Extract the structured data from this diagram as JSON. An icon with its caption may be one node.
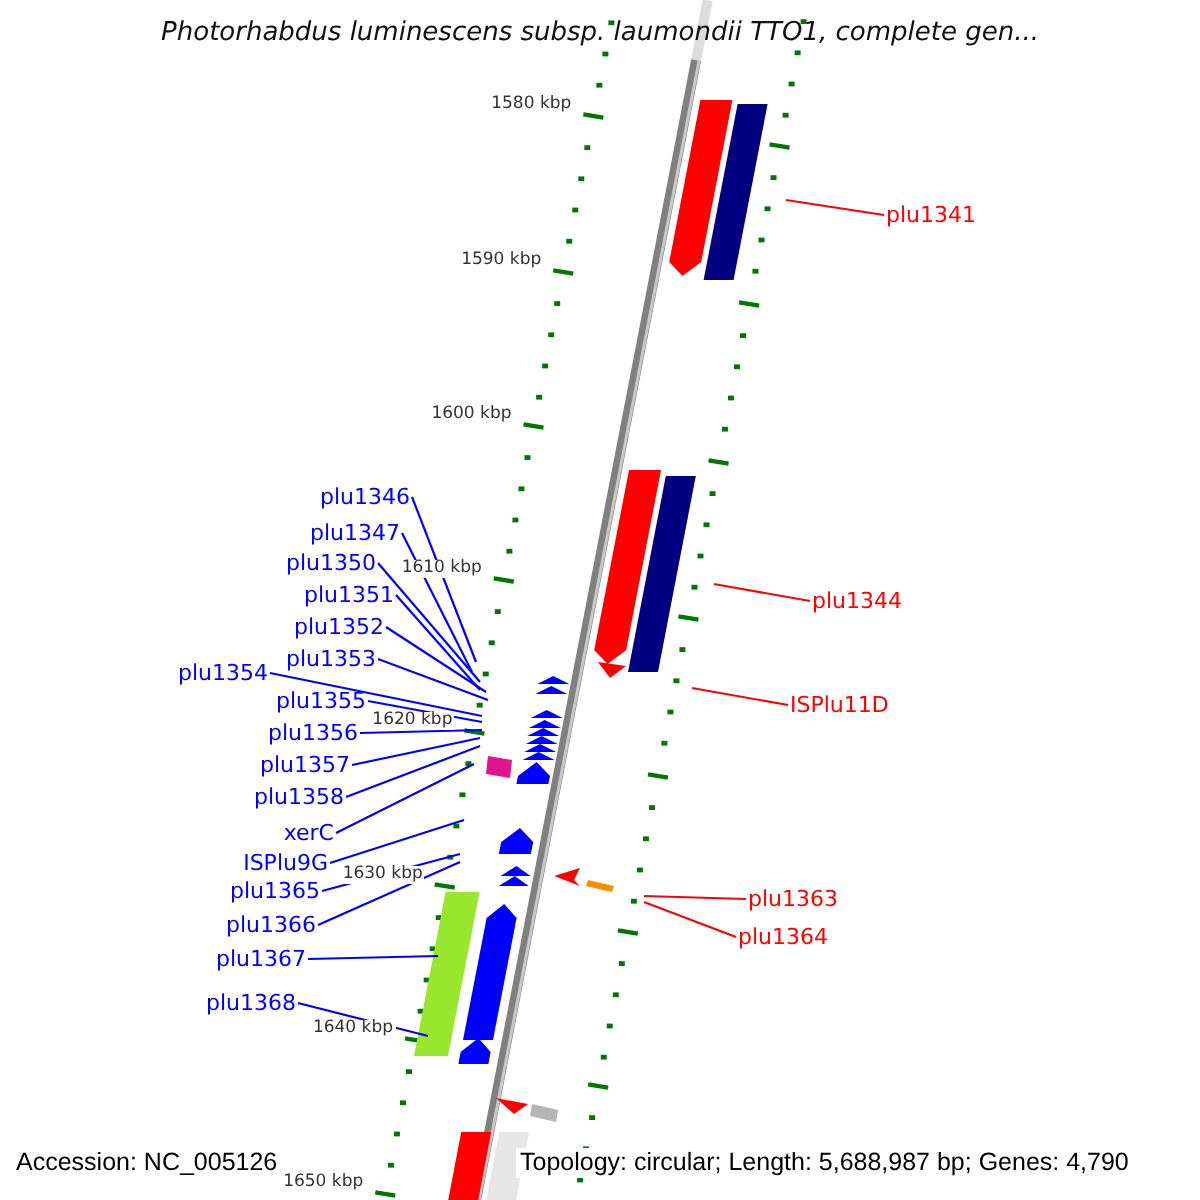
{
  "diagram": {
    "title": "Photorhabdus luminescens subsp. laumondii TTO1, complete gen...",
    "nodes": [
      {
        "text": [
          "plu1341"
        ]
      },
      {
        "text": [
          "plu1344"
        ]
      },
      {
        "text": [
          "plu1346"
        ]
      },
      {
        "text": [
          "plu1347"
        ]
      },
      {
        "text": [
          "plu1350"
        ]
      },
      {
        "text": [
          "plu1351"
        ]
      },
      {
        "text": [
          "plu1352"
        ]
      },
      {
        "text": [
          "plu1353"
        ]
      },
      {
        "text": [
          "plu1354"
        ]
      },
      {
        "text": [
          "ISPlu11D"
        ]
      },
      {
        "text": [
          "plu1355"
        ]
      },
      {
        "text": [
          "plu1356"
        ]
      },
      {
        "text": [
          "plu1357"
        ]
      },
      {
        "text": [
          "plu1358"
        ]
      },
      {
        "text": [
          "xerC"
        ]
      },
      {
        "text": [
          "ISPlu9G"
        ]
      },
      {
        "text": [
          "plu1365"
        ]
      },
      {
        "text": [
          "plu1363"
        ]
      },
      {
        "text": [
          "plu1366"
        ]
      },
      {
        "text": [
          "plu1364"
        ]
      },
      {
        "text": [
          "plu1367"
        ]
      },
      {
        "text": [
          "plu1368"
        ]
      }
    ],
    "edges": [
      {
        "from": 0,
        "to": null,
        "arrow": "none",
        "color": "#ff0000"
      },
      {
        "from": 1,
        "to": null,
        "arrow": "none",
        "color": "#ff0000"
      },
      {
        "from": 2,
        "to": null,
        "arrow": "none"
      },
      {
        "from": 3,
        "to": null,
        "arrow": "none"
      },
      {
        "from": 4,
        "to": null,
        "arrow": "none"
      },
      {
        "from": 5,
        "to": null,
        "arrow": "none"
      },
      {
        "from": 6,
        "to": null,
        "arrow": "none"
      },
      {
        "from": 7,
        "to": null,
        "arrow": "none"
      },
      {
        "from": 8,
        "to": null,
        "arrow": "none"
      },
      {
        "from": 9,
        "to": null,
        "arrow": "none",
        "color": "#ff0000"
      },
      {
        "from": 10,
        "to": null,
        "arrow": "none"
      },
      {
        "from": 11,
        "to": null,
        "arrow": "none"
      },
      {
        "from": 12,
        "to": null,
        "arrow": "none"
      },
      {
        "from": 13,
        "to": null,
        "arrow": "none"
      },
      {
        "from": 14,
        "to": null,
        "arrow": "none"
      },
      {
        "from": 15,
        "to": null,
        "arrow": "none"
      },
      {
        "from": 16,
        "to": null,
        "arrow": "none"
      },
      {
        "from": 17,
        "to": null,
        "arrow": "none",
        "color": "#ff0000"
      },
      {
        "from": 18,
        "to": null,
        "arrow": "none"
      },
      {
        "from": 19,
        "to": null,
        "arrow": "none",
        "color": "#ff0000"
      },
      {
        "from": 20,
        "to": null,
        "arrow": "none"
      },
      {
        "from": 21,
        "to": null,
        "arrow": "none"
      }
    ],
    "labels": [
      "1580 kbp",
      "1590 kbp",
      "1600 kbp",
      "1610 kbp",
      "1620 kbp",
      "1630 kbp",
      "1640 kbp",
      "1650 kbp",
      "Accession: NC_005126",
      "Topology: circular; Length: 5,688,987 bp; Genes: 4,790"
    ]
  }
}
